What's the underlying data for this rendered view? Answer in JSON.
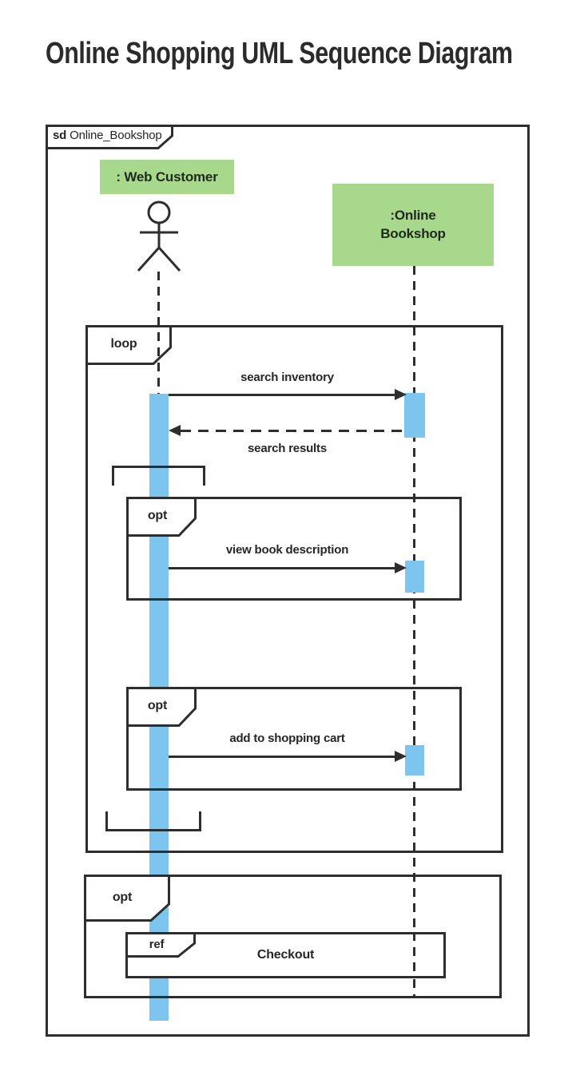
{
  "title": "Online Shopping UML Sequence Diagram",
  "frame": {
    "keyword": "sd",
    "name": "Online_Bookshop"
  },
  "lifelines": {
    "customer": {
      "label": ": Web Customer"
    },
    "bookshop": {
      "line1": ":Online",
      "line2": "Bookshop"
    }
  },
  "fragments": {
    "loop": "loop",
    "opt1": "opt",
    "opt2": "opt",
    "opt3": "opt",
    "ref": "ref",
    "ref_content": "Checkout"
  },
  "messages": [
    {
      "label": "search inventory",
      "style": "solid",
      "direction": "right"
    },
    {
      "label": "search results",
      "style": "dashed",
      "direction": "left"
    },
    {
      "label": "view book description",
      "style": "solid",
      "direction": "right"
    },
    {
      "label": "add to shopping cart",
      "style": "solid",
      "direction": "right"
    }
  ],
  "colors": {
    "lifeline_head_fill": "#a7d88c",
    "activation_fill": "#7dc4ee",
    "line": "#2e2e2e"
  }
}
